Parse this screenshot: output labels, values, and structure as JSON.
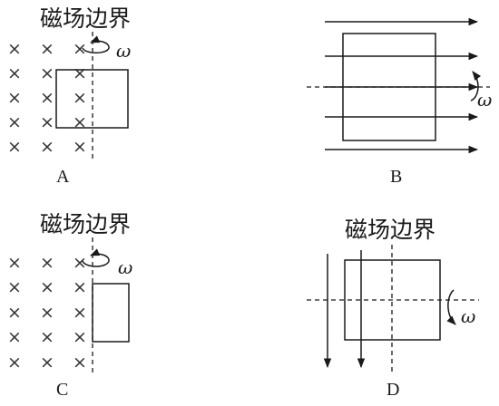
{
  "panels": [
    {
      "key": "A",
      "boundary_label": "磁场边界",
      "option_label": "A",
      "omega": "ω",
      "cross": "×"
    },
    {
      "key": "B",
      "option_label": "B",
      "omega": "ω"
    },
    {
      "key": "C",
      "boundary_label": "磁场边界",
      "option_label": "C",
      "omega": "ω",
      "cross": "×"
    },
    {
      "key": "D",
      "boundary_label": "磁场边界",
      "option_label": "D",
      "omega": "ω"
    }
  ]
}
